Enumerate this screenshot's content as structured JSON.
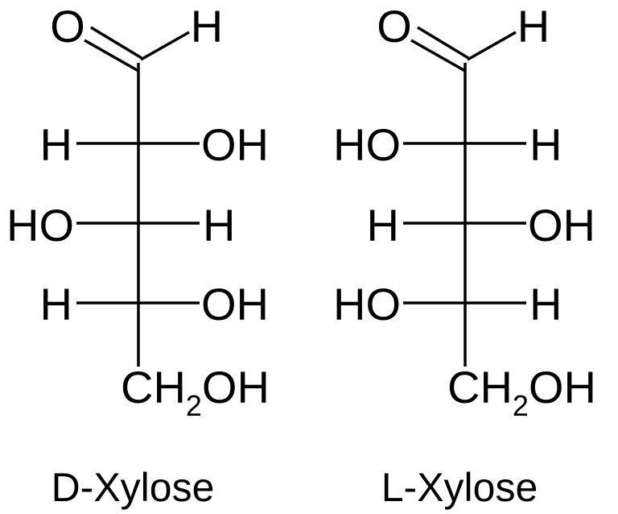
{
  "molecules": [
    {
      "name": "D-Xylose",
      "aldehyde_o": "O",
      "aldehyde_h": "H",
      "rows": [
        {
          "left": "H",
          "right": "OH"
        },
        {
          "left": "HO",
          "right": "H"
        },
        {
          "left": "H",
          "right": "OH"
        }
      ],
      "terminal": {
        "ch": "CH",
        "sub": "2",
        "oh": "OH"
      }
    },
    {
      "name": "L-Xylose",
      "aldehyde_o": "O",
      "aldehyde_h": "H",
      "rows": [
        {
          "left": "HO",
          "right": "H"
        },
        {
          "left": "H",
          "right": "OH"
        },
        {
          "left": "HO",
          "right": "H"
        }
      ],
      "terminal": {
        "ch": "CH",
        "sub": "2",
        "oh": "OH"
      }
    }
  ]
}
